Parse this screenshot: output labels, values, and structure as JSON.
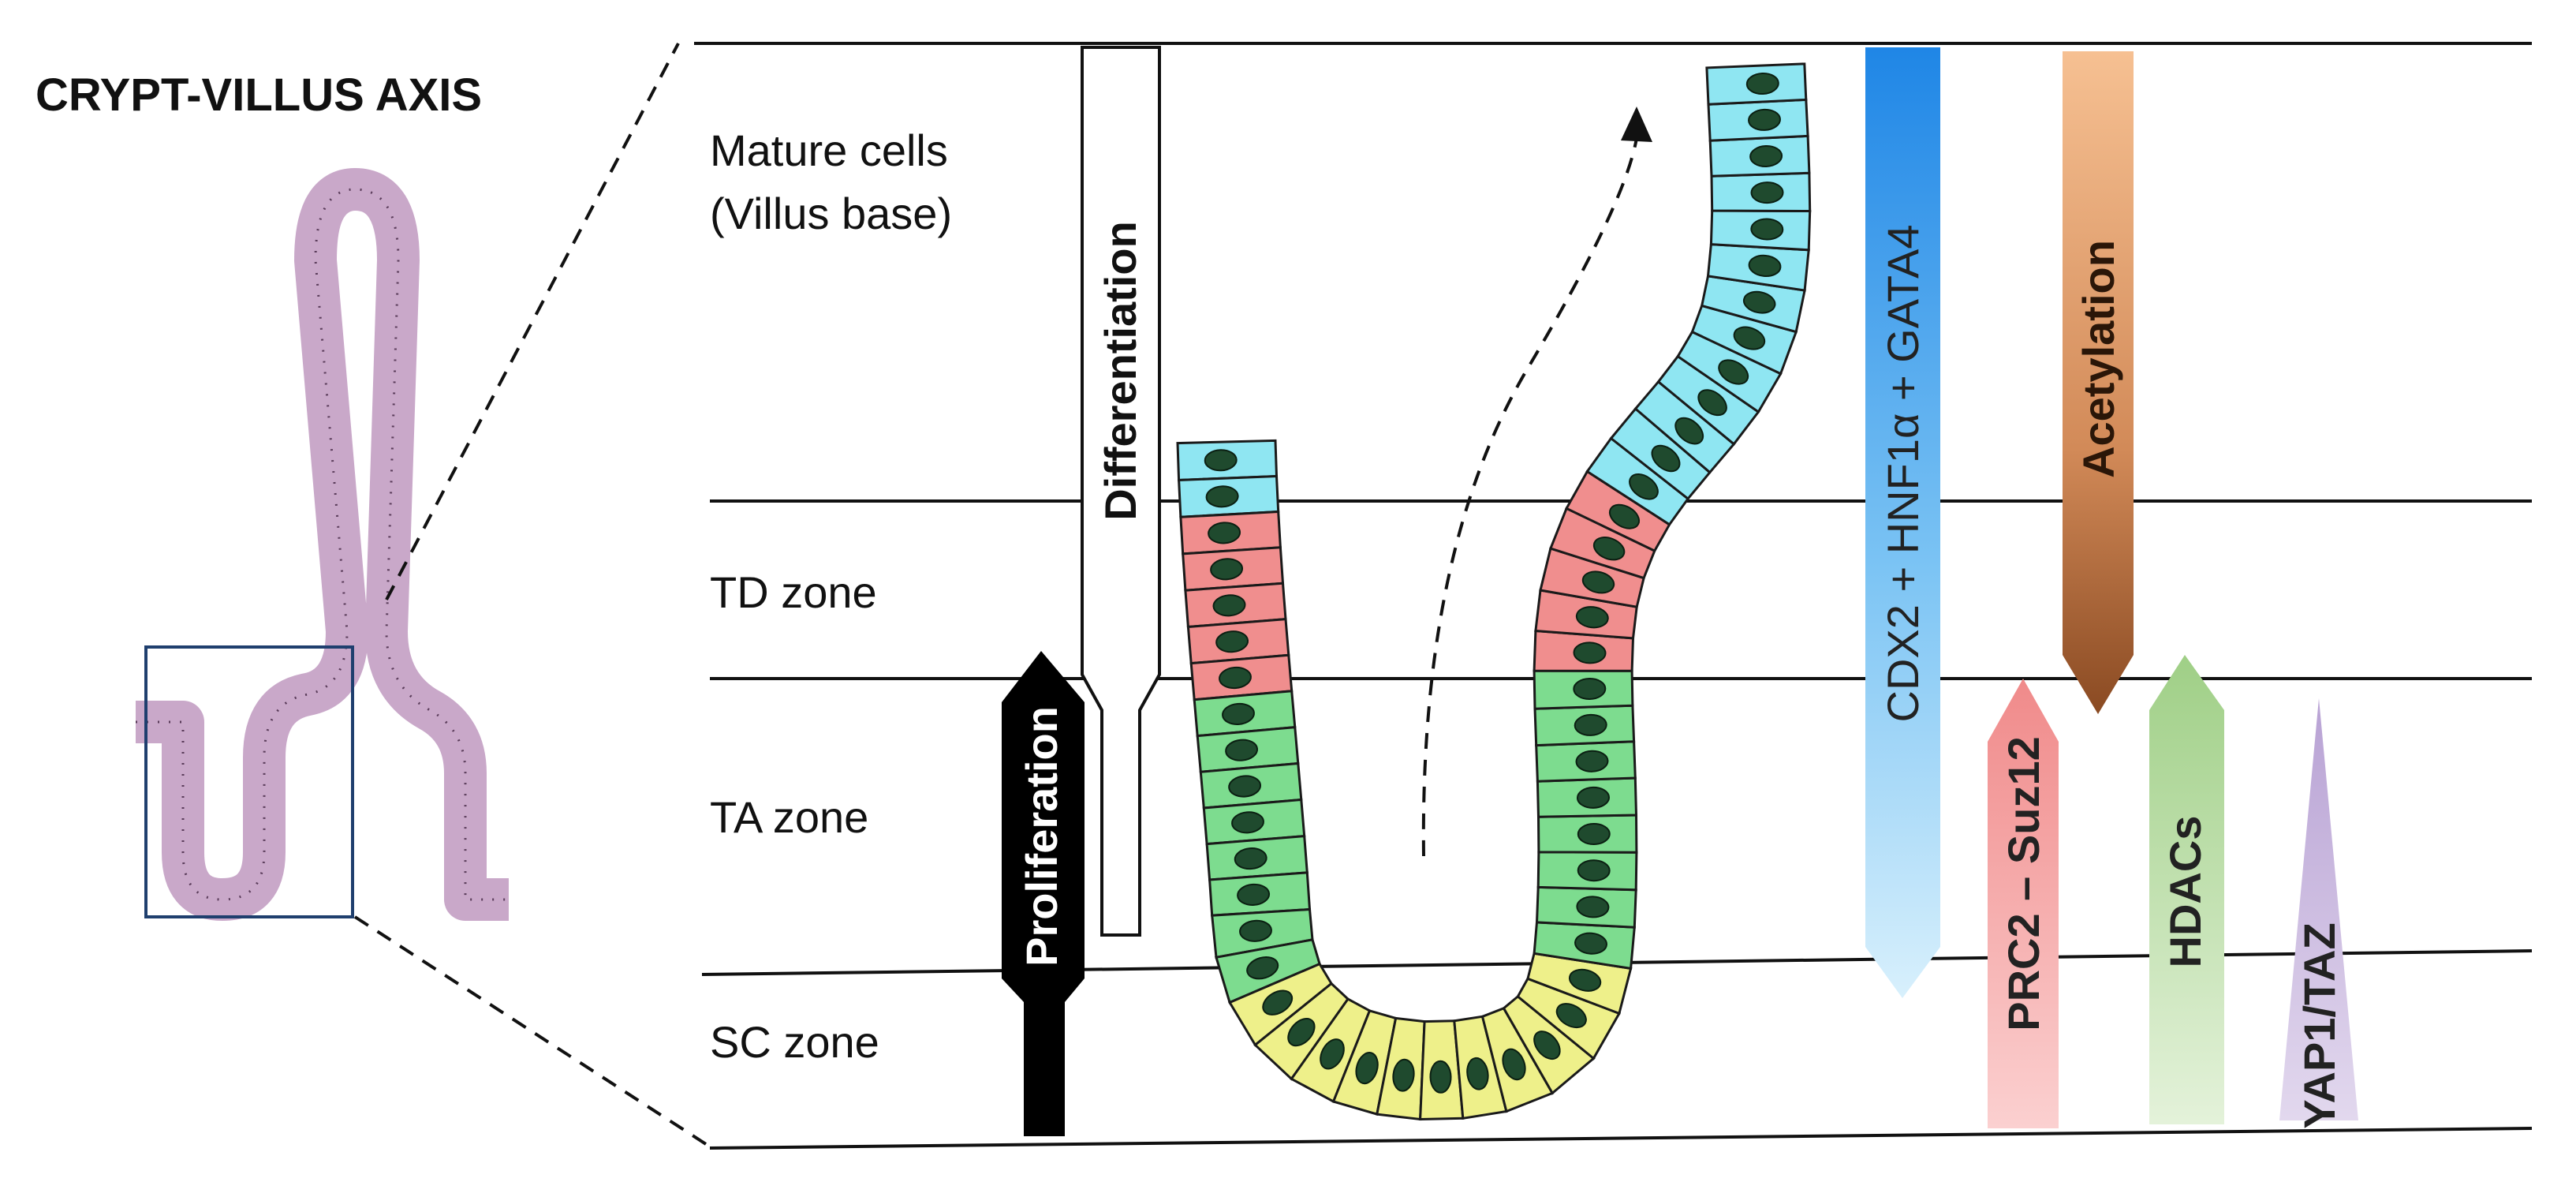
{
  "title": "CRYPT-VILLUS AXIS",
  "zones": {
    "mature_line1": "Mature cells",
    "mature_line2": "(Villus base)",
    "td": "TD zone",
    "ta": "TA zone",
    "sc": "SC zone"
  },
  "processes": {
    "differentiation": "Differentiation",
    "proliferation": "Proliferation"
  },
  "regulators": {
    "cdx2": "CDX2 + HNF1α + GATA4",
    "acetylation": "Acetylation",
    "prc2": "PRC2 – Suz12",
    "hdacs": "HDACs",
    "yap": "YAP1/TAZ"
  },
  "colors": {
    "mature_cells": "#8fe6f2",
    "td_cells": "#f08e8e",
    "ta_cells": "#7ddc8f",
    "sc_cells": "#eef08a",
    "nucleus": "#1f4a2e",
    "overview_cells": "#c9a8c9",
    "cdx2_arrow": "#2f8fe8",
    "acetylation_arrow": "#c98050",
    "prc2_arrow": "#f4b0b0",
    "hdacs_arrow": "#a9d48e",
    "yap_arrow": "#cbb8dc"
  }
}
